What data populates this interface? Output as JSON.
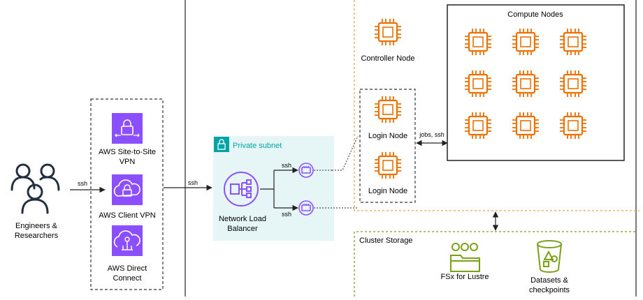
{
  "users": {
    "label_line1": "Engineers &",
    "label_line2": "Researchers",
    "icon": "users-group-icon"
  },
  "connectivity": {
    "site_to_site_line1": "AWS Site-to-Site",
    "site_to_site_line2": "VPN",
    "client_vpn": "AWS Client VPN",
    "direct_connect_line1": "AWS Direct",
    "direct_connect_line2": "Connect"
  },
  "private_subnet": {
    "title": "Private subnet"
  },
  "nlb": {
    "label_line1": "Network Load",
    "label_line2": "Balancer"
  },
  "edges": {
    "users_to_vpn": "ssh",
    "vpn_to_nlb": "ssh",
    "nlb_top": "ssh",
    "nlb_bottom": "ssh",
    "login_compute": "jobs, ssh"
  },
  "controller": {
    "label": "Controller Node"
  },
  "login_nodes": [
    {
      "label": "Login Node"
    },
    {
      "label": "Login Node"
    }
  ],
  "compute": {
    "title": "Compute Nodes",
    "node_count": 9
  },
  "storage": {
    "title": "Cluster Storage",
    "fsx": "FSx for Lustre",
    "datasets_line1": "Datasets &",
    "datasets_line2": "checkpoints"
  },
  "colors": {
    "vpn_purple": "#8c4fff",
    "ec2_orange": "#ed7100",
    "subnet_bg": "#e6f6f7",
    "subnet_teal": "#00a4a6",
    "storage_green": "#7aa116"
  }
}
